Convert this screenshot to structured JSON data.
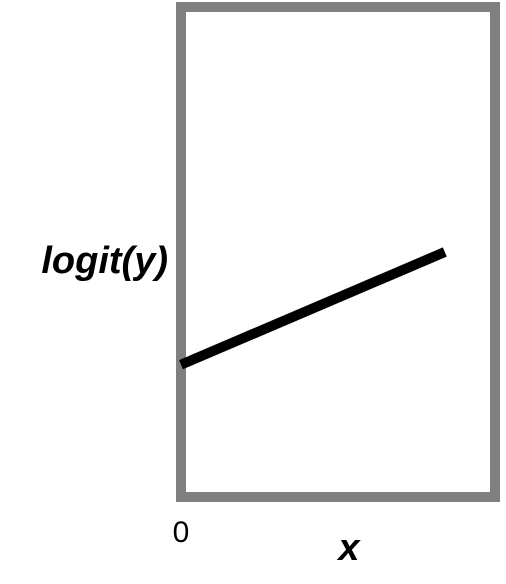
{
  "chart_data": {
    "type": "line",
    "xlabel": "x",
    "ylabel": "logit(y)",
    "x_tick_labels": [
      "0"
    ],
    "series": [
      {
        "x": [
          0,
          0.84
        ],
        "y": [
          0.27,
          0.5
        ]
      }
    ],
    "xlim": [
      0,
      1
    ],
    "ylim": [
      0,
      1
    ],
    "grid": false,
    "colors": {
      "frame": "#808080",
      "line": "#000000"
    }
  }
}
